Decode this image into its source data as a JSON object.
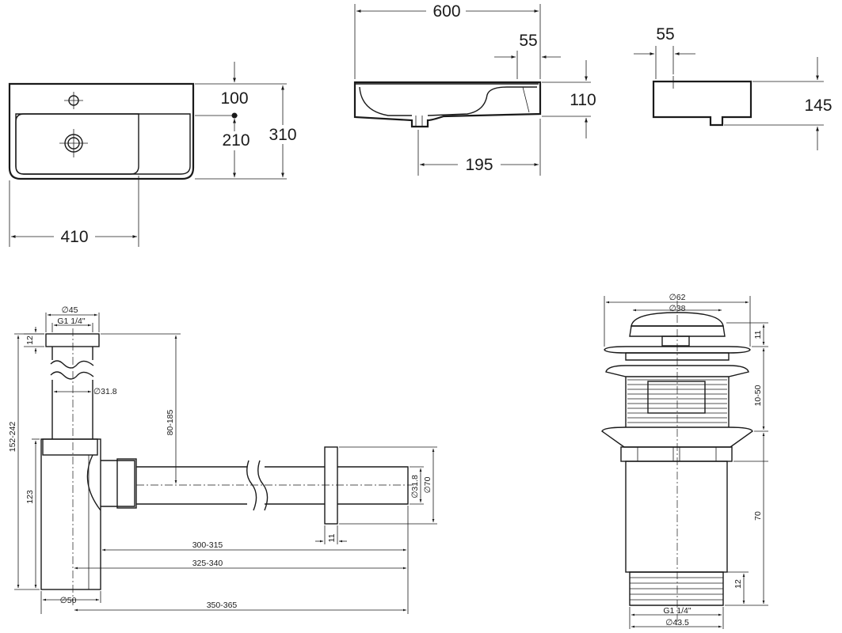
{
  "basin_top_view": {
    "width": "410",
    "tap_offset": "100",
    "drain_offset": "210",
    "depth": "310"
  },
  "basin_section": {
    "length": "600",
    "rim": "55",
    "height": "110",
    "drain_pos": "195"
  },
  "basin_side": {
    "rim": "55",
    "height": "145"
  },
  "siphon": {
    "top_diameter": "∅45",
    "thread": "G1 1/4\"",
    "cap": "12",
    "pipe_diameter": "∅31.8",
    "vertical_adj": "80-185",
    "overall_height": "152-242",
    "body_height": "123",
    "outlet_pipe": "∅31.8",
    "outlet_flange": "∅70",
    "flange_thickness": "11",
    "len_a": "300-315",
    "len_b": "325-340",
    "len_c": "350-365",
    "base_diameter": "∅50"
  },
  "drain_valve": {
    "cap_diameter": "∅62",
    "inner_diameter": "∅38",
    "cap_height": "11",
    "thread_range": "10-50",
    "body_height": "70",
    "thread_len": "12",
    "thread": "G1 1/4\"",
    "bottom_diameter": "∅43.5"
  },
  "colors": {
    "line": "#1a1a1a",
    "background": "#ffffff"
  }
}
